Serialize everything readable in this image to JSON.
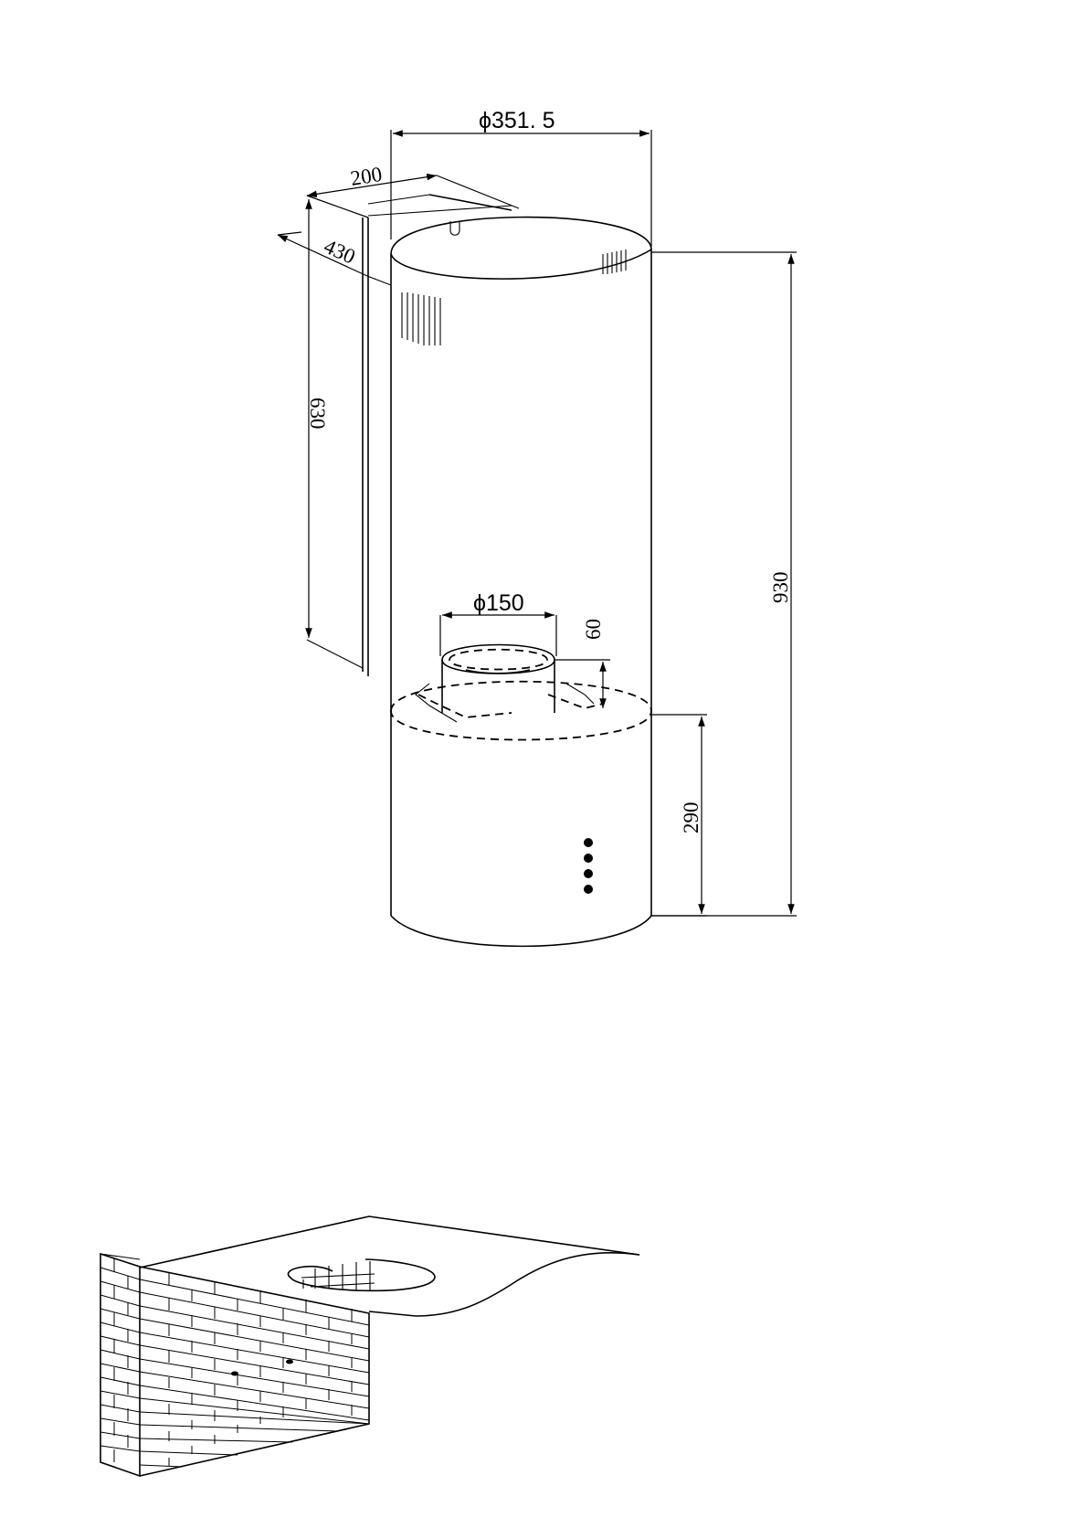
{
  "drawing": {
    "dimensions": {
      "diameter_top": "ϕ351. 5",
      "chimney_width": "200",
      "chimney_depth": "430",
      "chimney_height": "630",
      "total_height": "930",
      "outlet_diameter": "ϕ150",
      "outlet_height": "60",
      "hood_height": "290"
    }
  }
}
